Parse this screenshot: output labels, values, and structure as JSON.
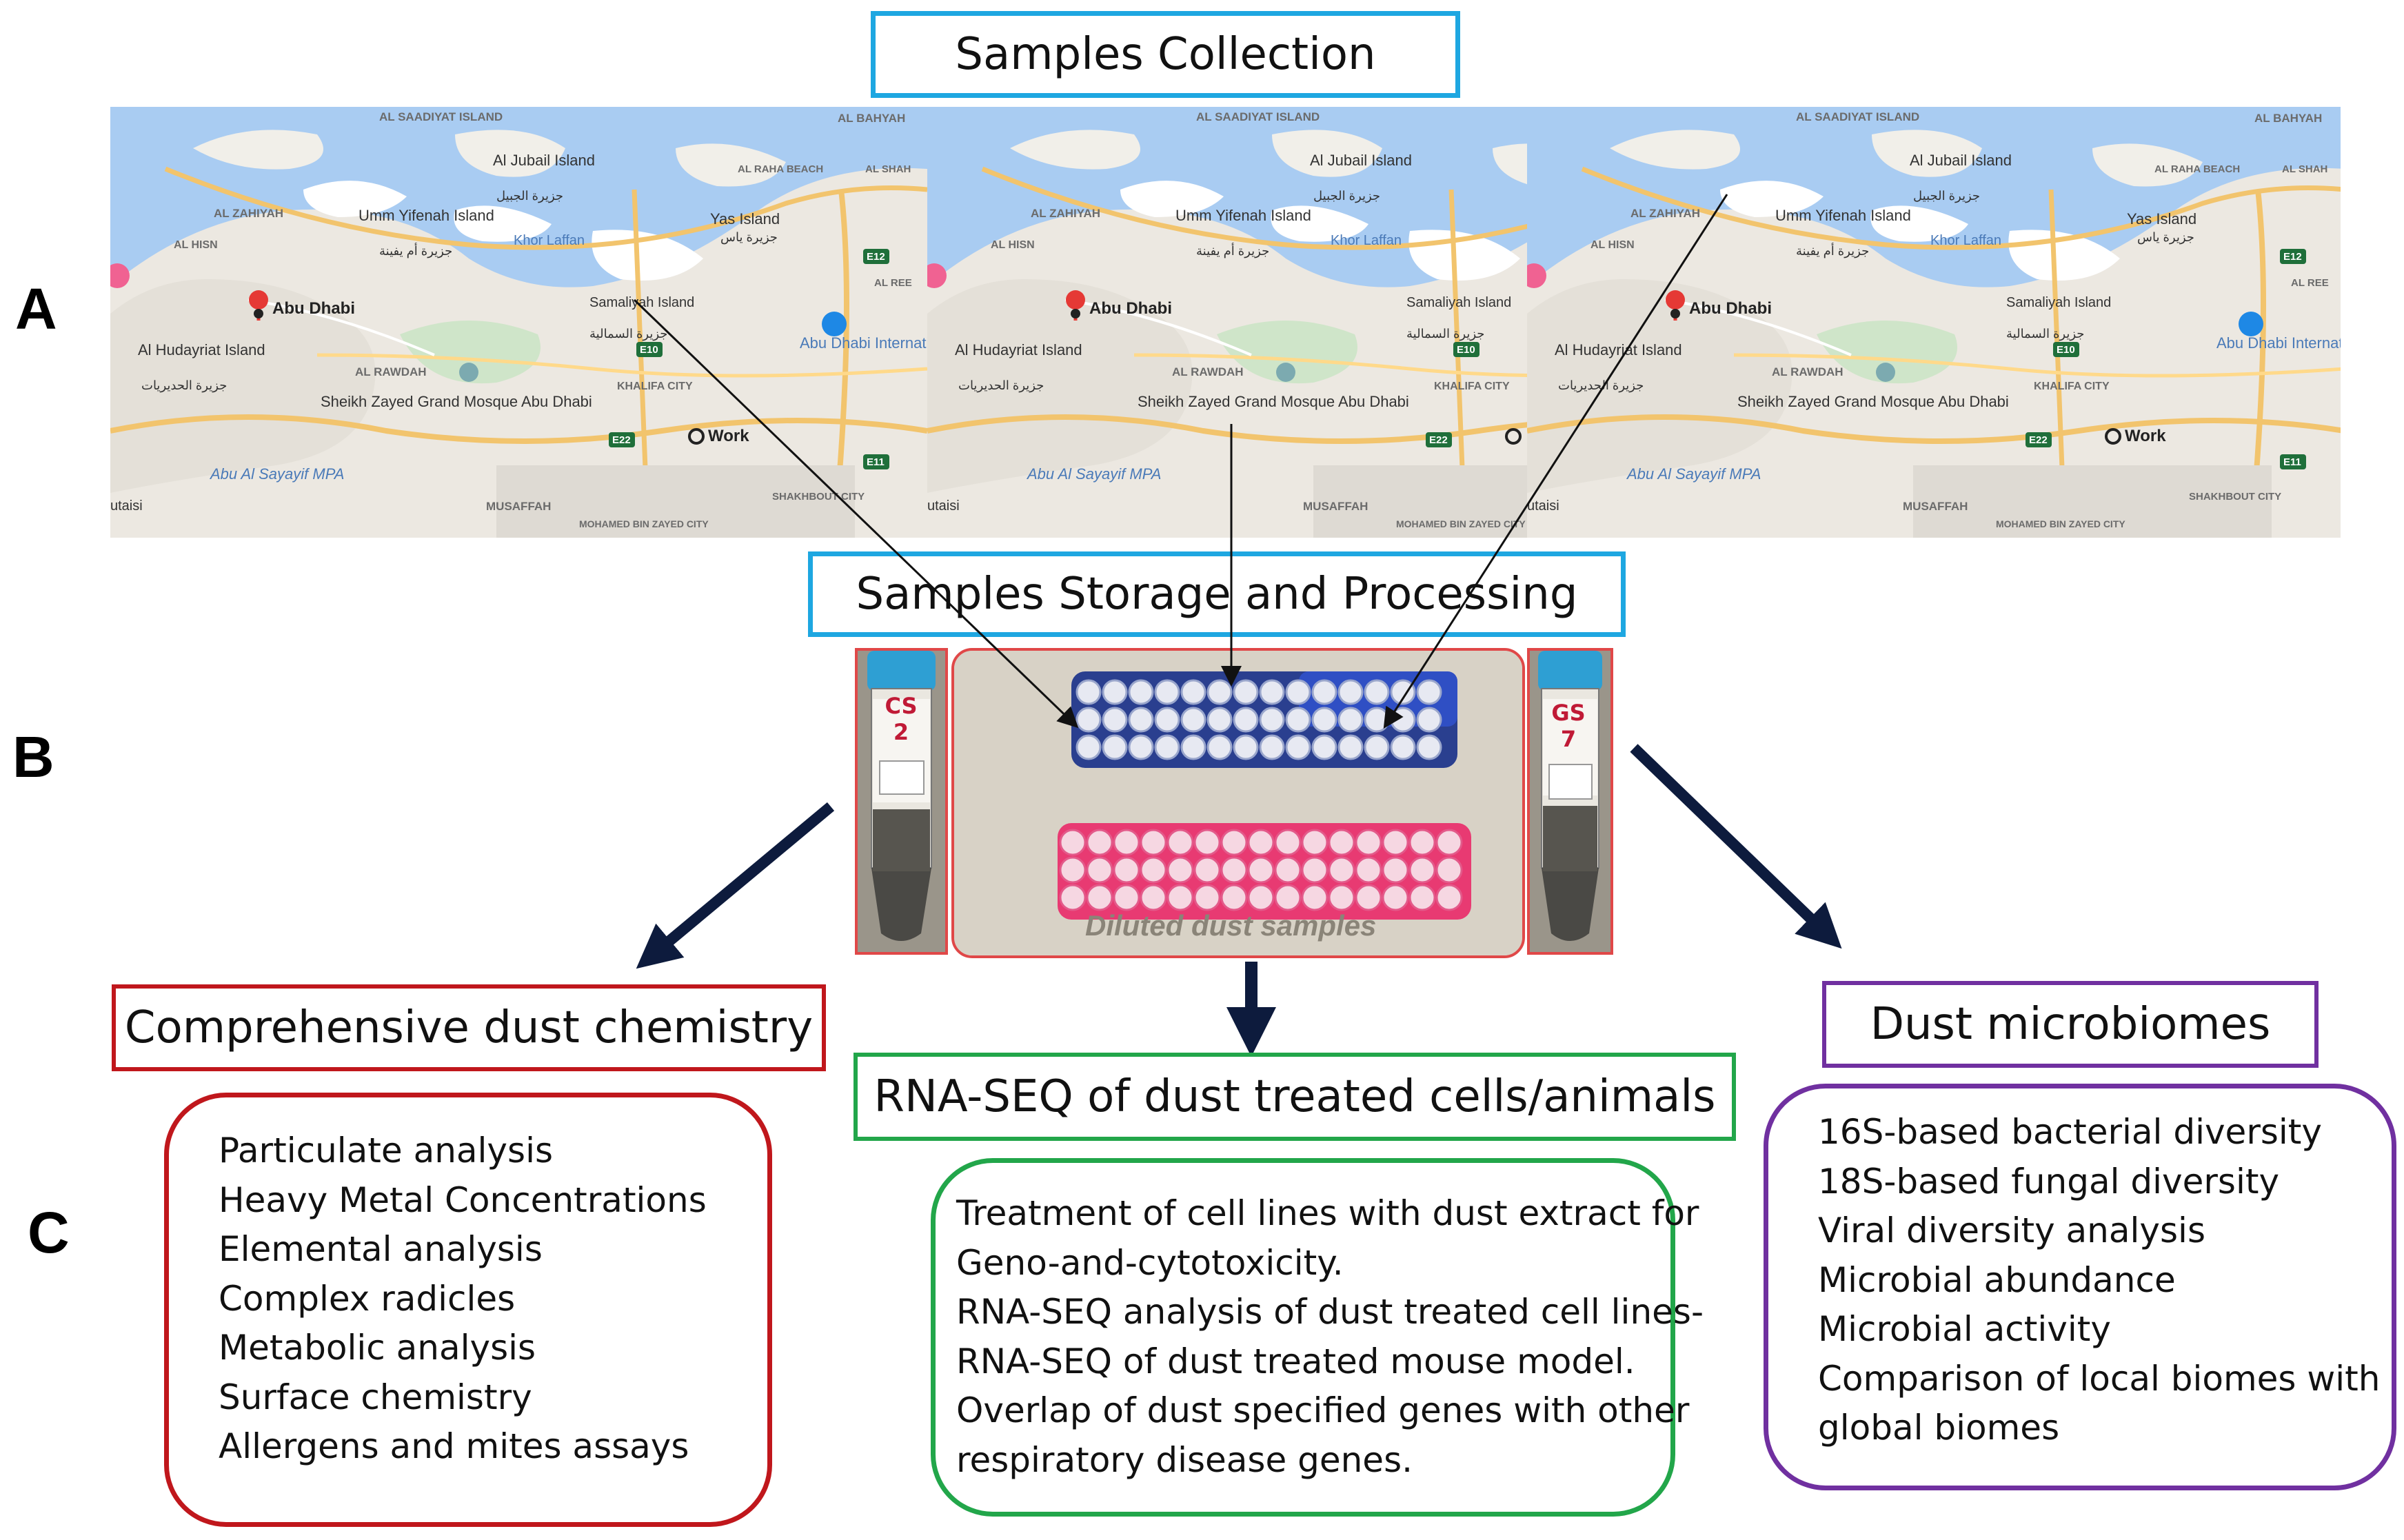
{
  "panel_labels": {
    "a": "A",
    "b": "B",
    "c": "C"
  },
  "section_a": {
    "title": "Samples Collection",
    "map_labels": {
      "al_saadiyat": "AL SAADIYAT ISLAND",
      "al_bahyah": "AL BAHYAH",
      "al_jubail": "Al Jubail Island",
      "al_jubail_ar": "جزيرة الجبيل",
      "al_raha": "AL RAHA BEACH",
      "al_shah": "AL SHAH",
      "al_zahiyah": "AL ZAHIYAH",
      "umm_yifenah": "Umm Yifenah Island",
      "umm_yifenah_ar": "جزيرة أم يفينة",
      "yas_island": "Yas Island",
      "yas_island_ar": "جزيرة ياس",
      "khor_laffan": "Khor Laffan",
      "al_hisn": "AL HISN",
      "abu_dhabi": "Abu Dhabi",
      "samaliyah": "Samaliyah Island",
      "samaliyah_ar": "جزيرة السمالية",
      "al_reef": "AL REE",
      "airport": "Abu Dhabi International Airport",
      "al_hudayriat": "Al Hudayriat Island",
      "al_hudayriat_ar": "جزيرة الحديريات",
      "al_rawdah": "AL RAWDAH",
      "khalifa_city": "KHALIFA CITY",
      "sheikh_zayed": "Sheikh Zayed Grand Mosque Abu Dhabi",
      "work": "Work",
      "abu_al_sayayif": "Abu Al Sayayif MPA",
      "mutaisi": "utaisi",
      "musaffah": "MUSAFFAH",
      "shakhbout": "SHAKHBOUT CITY",
      "mohamed_bin_zayed": "MOHAMED BIN ZAYED CITY",
      "road_e10": "E10",
      "road_e12": "E12",
      "road_e22": "E22",
      "road_e11": "E11"
    }
  },
  "section_b": {
    "title": "Samples Storage and Processing",
    "tube_left_label": "CS 2",
    "tube_right_label": "GS 7",
    "rack_caption": "Diluted dust samples"
  },
  "section_c": {
    "chemistry": {
      "title": "Comprehensive dust chemistry",
      "items": [
        "Particulate analysis",
        "Heavy Metal Concentrations",
        "Elemental analysis",
        "Complex radicles",
        "Metabolic analysis",
        "Surface chemistry",
        "Allergens and mites assays"
      ],
      "color": "#c0171c"
    },
    "rnaseq": {
      "title": "RNA-SEQ of dust treated cells/animals",
      "lines": [
        "Treatment of cell lines with dust extract for",
        "Geno-and-cytotoxicity.",
        "RNA-SEQ analysis of dust treated cell lines-",
        "RNA-SEQ of dust treated mouse model.",
        "Overlap of dust specified genes with other",
        "respiratory disease genes."
      ],
      "color": "#22a64a"
    },
    "microbiomes": {
      "title": "Dust microbiomes",
      "lines": [
        "16S-based bacterial diversity",
        "18S-based fungal diversity",
        "Viral diversity analysis",
        "Microbial abundance",
        "Microbial activity",
        "Comparison of local biomes with",
        "global biomes"
      ],
      "color": "#7030a0"
    }
  },
  "colors": {
    "blue_box": "#1ea7e1",
    "arrow": "#0d1b3d"
  }
}
